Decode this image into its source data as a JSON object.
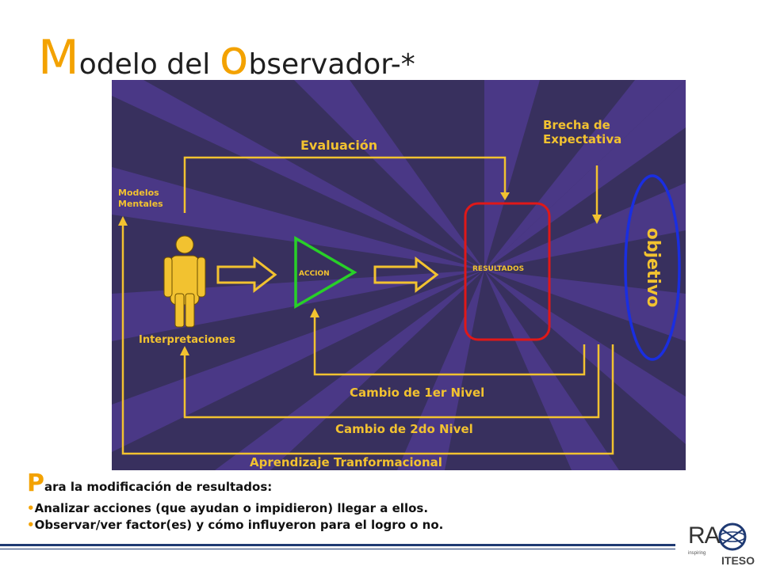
{
  "title": {
    "cap_m": "M",
    "rest_1": "odelo del ",
    "cap_o": "o",
    "rest_2": "bservador-*"
  },
  "diagram": {
    "label_evaluacion": "Evaluación",
    "label_brecha_1": "Brecha de",
    "label_brecha_2": "Expectativa",
    "label_modelos_1": "Modelos",
    "label_modelos_2": "Mentales",
    "label_accion": "ACCION",
    "label_resultados": "RESULTADOS",
    "label_objetivo": "objetivo",
    "label_interpretaciones": "Interpretaciones",
    "label_cambio1": "Cambio de 1er Nivel",
    "label_cambio2": "Cambio de 2do Nivel",
    "label_aprendizaje": "Aprendizaje Tranformacional",
    "colors": {
      "background": "#38305e",
      "stripe": "#5a3fa8",
      "arrow": "#f2c230",
      "person": "#f2c230",
      "accion_border": "#28d028",
      "resultados_border": "#e01818",
      "objetivo_border": "#1a2ee0"
    }
  },
  "bottom": {
    "heading_cap": "P",
    "heading_rest": "ara la modificación de resultados:",
    "bullet_char": "•",
    "bullets": [
      "Analizar acciones (que ayudan o impidieron) llegar a ellos.",
      "Observar/ver factor(es) y cómo influyeron para el logro o no."
    ]
  },
  "logo": {
    "ra": "RA",
    "inspiring": "inspiring",
    "iteso": "ITESO"
  }
}
